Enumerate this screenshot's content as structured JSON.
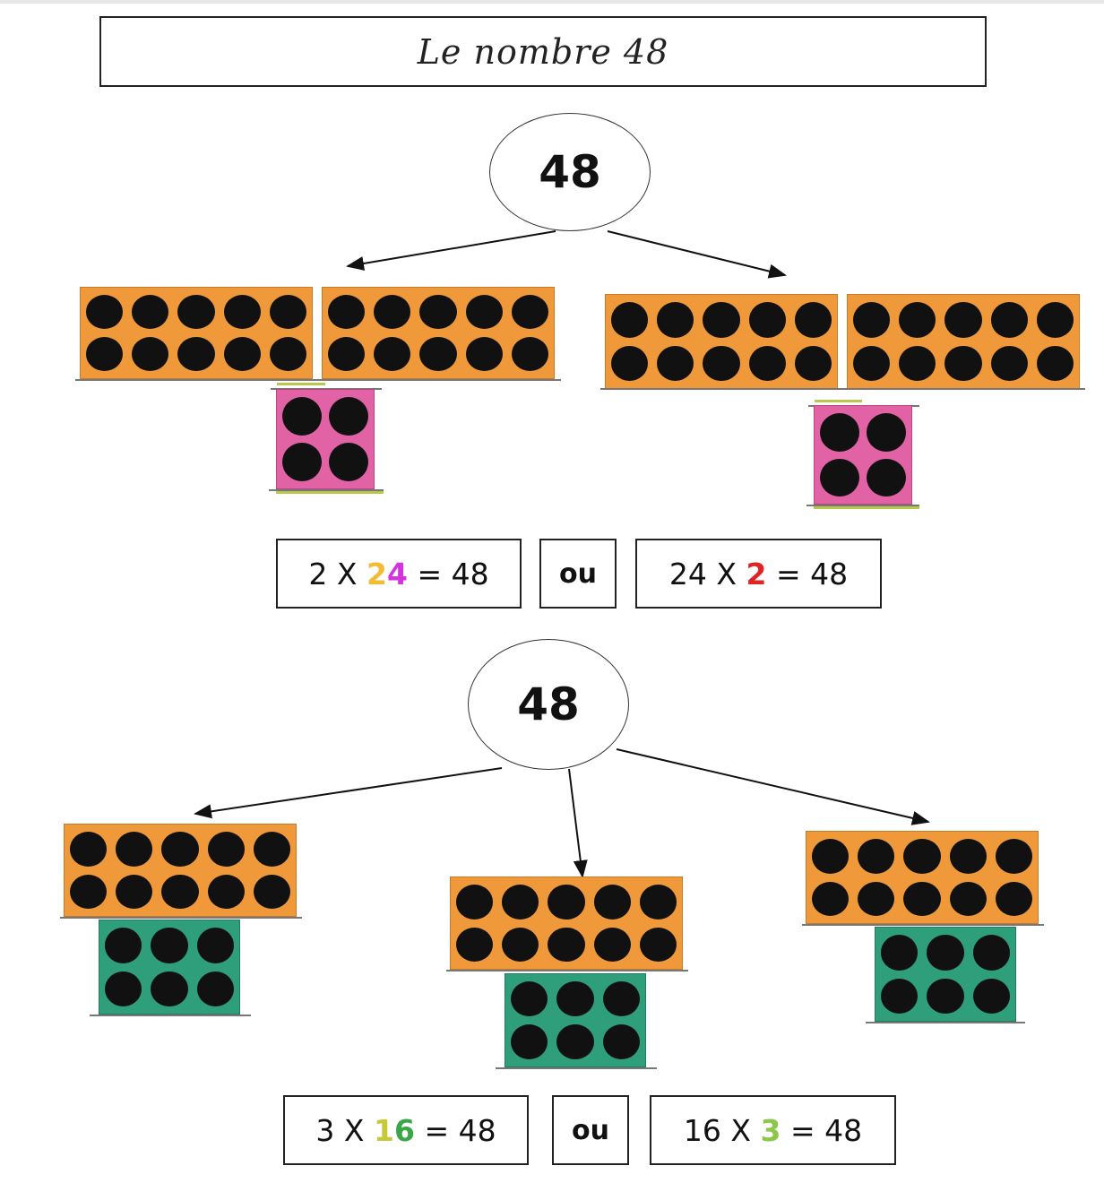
{
  "title": "Le nombre 48",
  "section1": {
    "number": "48",
    "eq_left": {
      "a": "2",
      "op": " X ",
      "b1": "2",
      "b2": "4",
      "rest": " = 48"
    },
    "or_label": "ou",
    "eq_right": {
      "a": "24",
      "op": " X ",
      "b": "2",
      "rest": " = 48"
    }
  },
  "section2": {
    "number": "48",
    "eq_left": {
      "a": "3",
      "op": " X ",
      "b": "16",
      "rest": " = 48"
    },
    "or_label": "ou",
    "eq_right": {
      "a": "16",
      "op": " X ",
      "b": "3",
      "rest": " = 48"
    }
  },
  "colors": {
    "orange_block": "#f0993a",
    "pink_block": "#e262a6",
    "green_block": "#2f9e7a",
    "highlight_yellow": "#f2bd33",
    "highlight_magenta": "#d633e0",
    "highlight_red": "#e02424",
    "highlight_olive": "#c5c93a",
    "highlight_green": "#3aa64a",
    "highlight_lightgreen": "#8cc74a"
  }
}
